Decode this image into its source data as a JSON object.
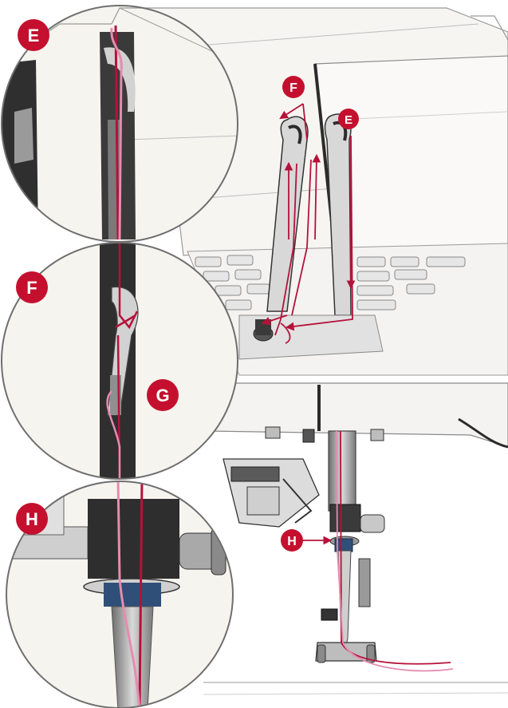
{
  "colors": {
    "thread_red": "#b5123a",
    "thread_pink": "#e58cb0",
    "badge_red": "#c4102e",
    "machine_white": "#f7f5f2",
    "machine_line": "#8a8a8a",
    "metal_dark": "#2b2b2b",
    "metal_mid": "#8f8f8f",
    "metal_light": "#d6d6d6"
  },
  "labels": {
    "top_e_badge": "E",
    "top_f_badge": "F",
    "top_e_small_badge": "E",
    "circle_f_badge": "F",
    "circle_g_badge": "G",
    "needle_h_badge": "H",
    "circle_h_badge": "H"
  },
  "icons": [
    "thread-path-arrow-icon"
  ]
}
